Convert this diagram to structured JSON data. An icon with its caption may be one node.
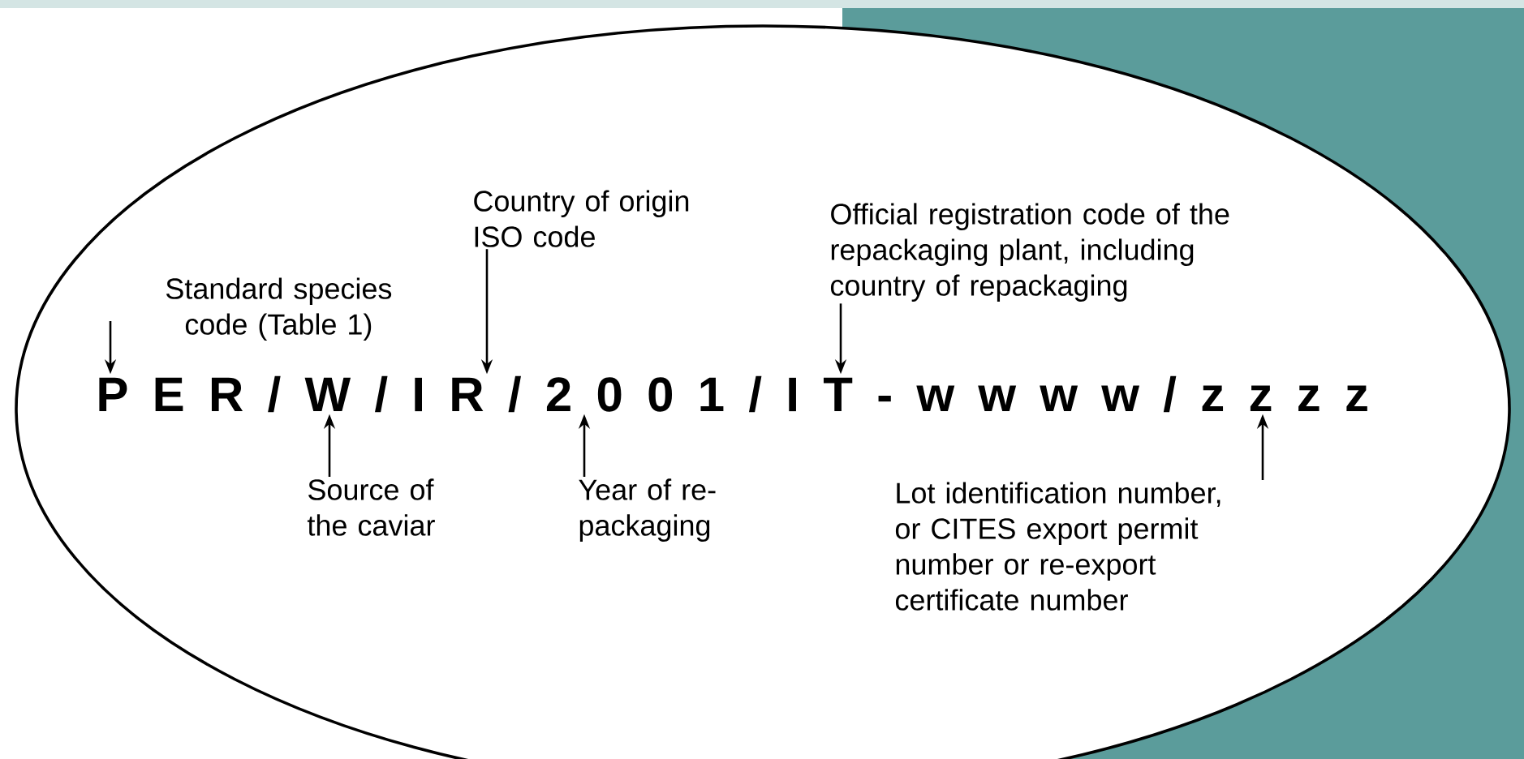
{
  "diagram": {
    "nodes": [
      {
        "text": [
          "Country of origin ISO code"
        ]
      },
      {
        "text": [
          "Official registration code of the repackaging plant, including country of repackaging"
        ]
      },
      {
        "text": [
          "Standard species code (Table 1)"
        ]
      },
      {
        "text": [
          "P E R / W / I R / 2 0 0 1 / I T - w w w w / z z z z"
        ]
      },
      {
        "text": [
          "Source of the caviar"
        ]
      },
      {
        "text": [
          "Year of re- packaging"
        ]
      },
      {
        "text": [
          "Lot identification number, or CITES export permit number or re-export certificate number"
        ]
      }
    ],
    "edges": [
      {
        "from": 2,
        "to": 3,
        "arrow": "to"
      },
      {
        "from": 0,
        "to": 3,
        "arrow": "to"
      },
      {
        "from": 1,
        "to": 3,
        "arrow": "to"
      },
      {
        "from": 4,
        "to": 3,
        "arrow": "to"
      },
      {
        "from": 5,
        "to": 3,
        "arrow": "to"
      },
      {
        "from": 6,
        "to": 3,
        "arrow": "to"
      }
    ]
  }
}
